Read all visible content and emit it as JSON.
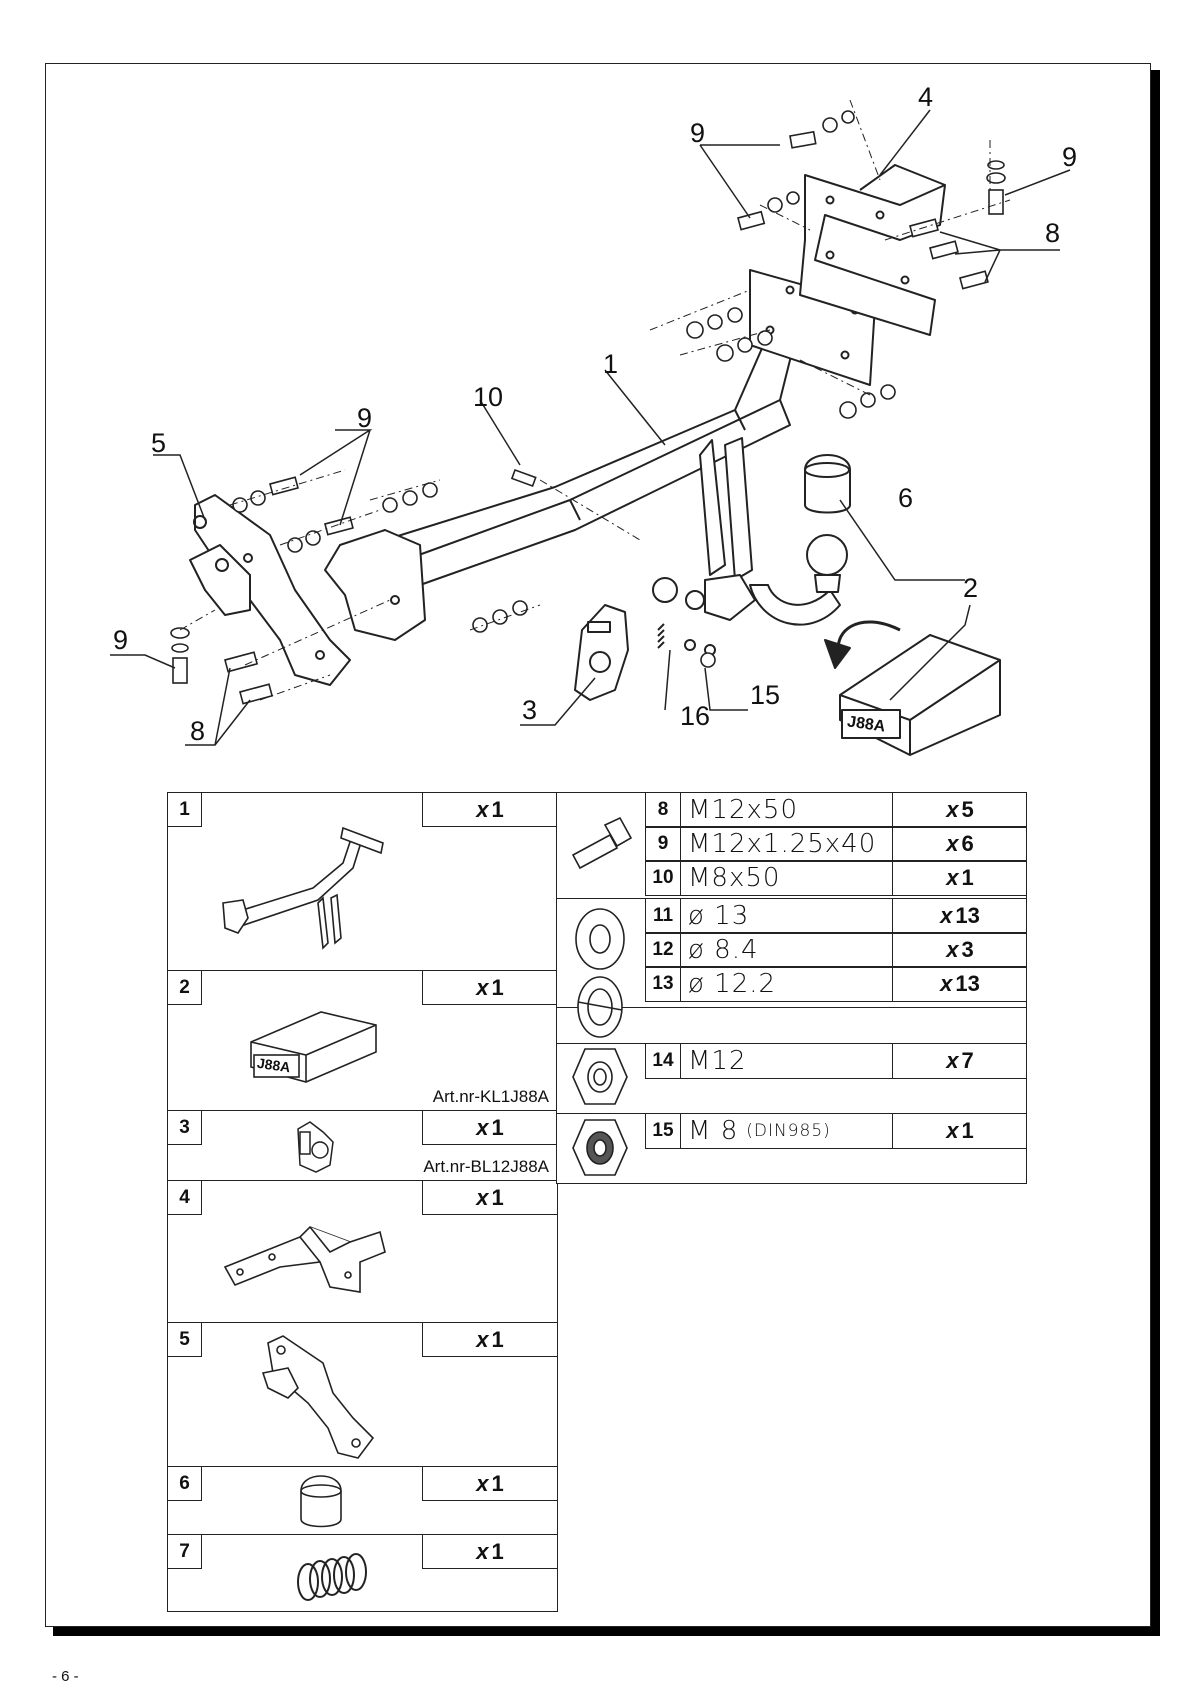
{
  "callouts": {
    "c1": "1",
    "c2": "2",
    "c3": "3",
    "c4": "4",
    "c5": "5",
    "c6": "6",
    "c8a": "8",
    "c8b": "8",
    "c9a": "9",
    "c9b": "9",
    "c9c": "9",
    "c9d": "9",
    "c10": "10",
    "c15": "15",
    "c16": "16"
  },
  "box_label": "J88A",
  "parts": [
    {
      "num": "1",
      "qty_prefix": "x",
      "qty": "1",
      "art": ""
    },
    {
      "num": "2",
      "qty_prefix": "x",
      "qty": "1",
      "art": "Art.nr-KL1J88A",
      "label": "J88A"
    },
    {
      "num": "3",
      "qty_prefix": "x",
      "qty": "1",
      "art": "Art.nr-BL12J88A"
    },
    {
      "num": "4",
      "qty_prefix": "x",
      "qty": "1",
      "art": ""
    },
    {
      "num": "5",
      "qty_prefix": "x",
      "qty": "1",
      "art": ""
    },
    {
      "num": "6",
      "qty_prefix": "x",
      "qty": "1",
      "art": ""
    },
    {
      "num": "7",
      "qty_prefix": "x",
      "qty": "1",
      "art": ""
    }
  ],
  "hardware": [
    {
      "num": "8",
      "desc": "M12x50",
      "note": "",
      "qty_prefix": "x",
      "qty": "5"
    },
    {
      "num": "9",
      "desc": "M12x1.25x40",
      "note": "",
      "qty_prefix": "x",
      "qty": "6"
    },
    {
      "num": "10",
      "desc": "M8x50",
      "note": "",
      "qty_prefix": "x",
      "qty": "1"
    },
    {
      "num": "11",
      "desc": "ø 13",
      "note": "",
      "qty_prefix": "x",
      "qty": "13"
    },
    {
      "num": "12",
      "desc": "ø 8.4",
      "note": "",
      "qty_prefix": "x",
      "qty": "3"
    },
    {
      "num": "13",
      "desc": "ø 12.2",
      "note": "",
      "qty_prefix": "x",
      "qty": "13"
    },
    {
      "num": "14",
      "desc": "M12",
      "note": "",
      "qty_prefix": "x",
      "qty": "7"
    },
    {
      "num": "15",
      "desc": "M 8",
      "note": "(DIN985)",
      "qty_prefix": "x",
      "qty": "1"
    }
  ],
  "page_number": "- 6 -"
}
